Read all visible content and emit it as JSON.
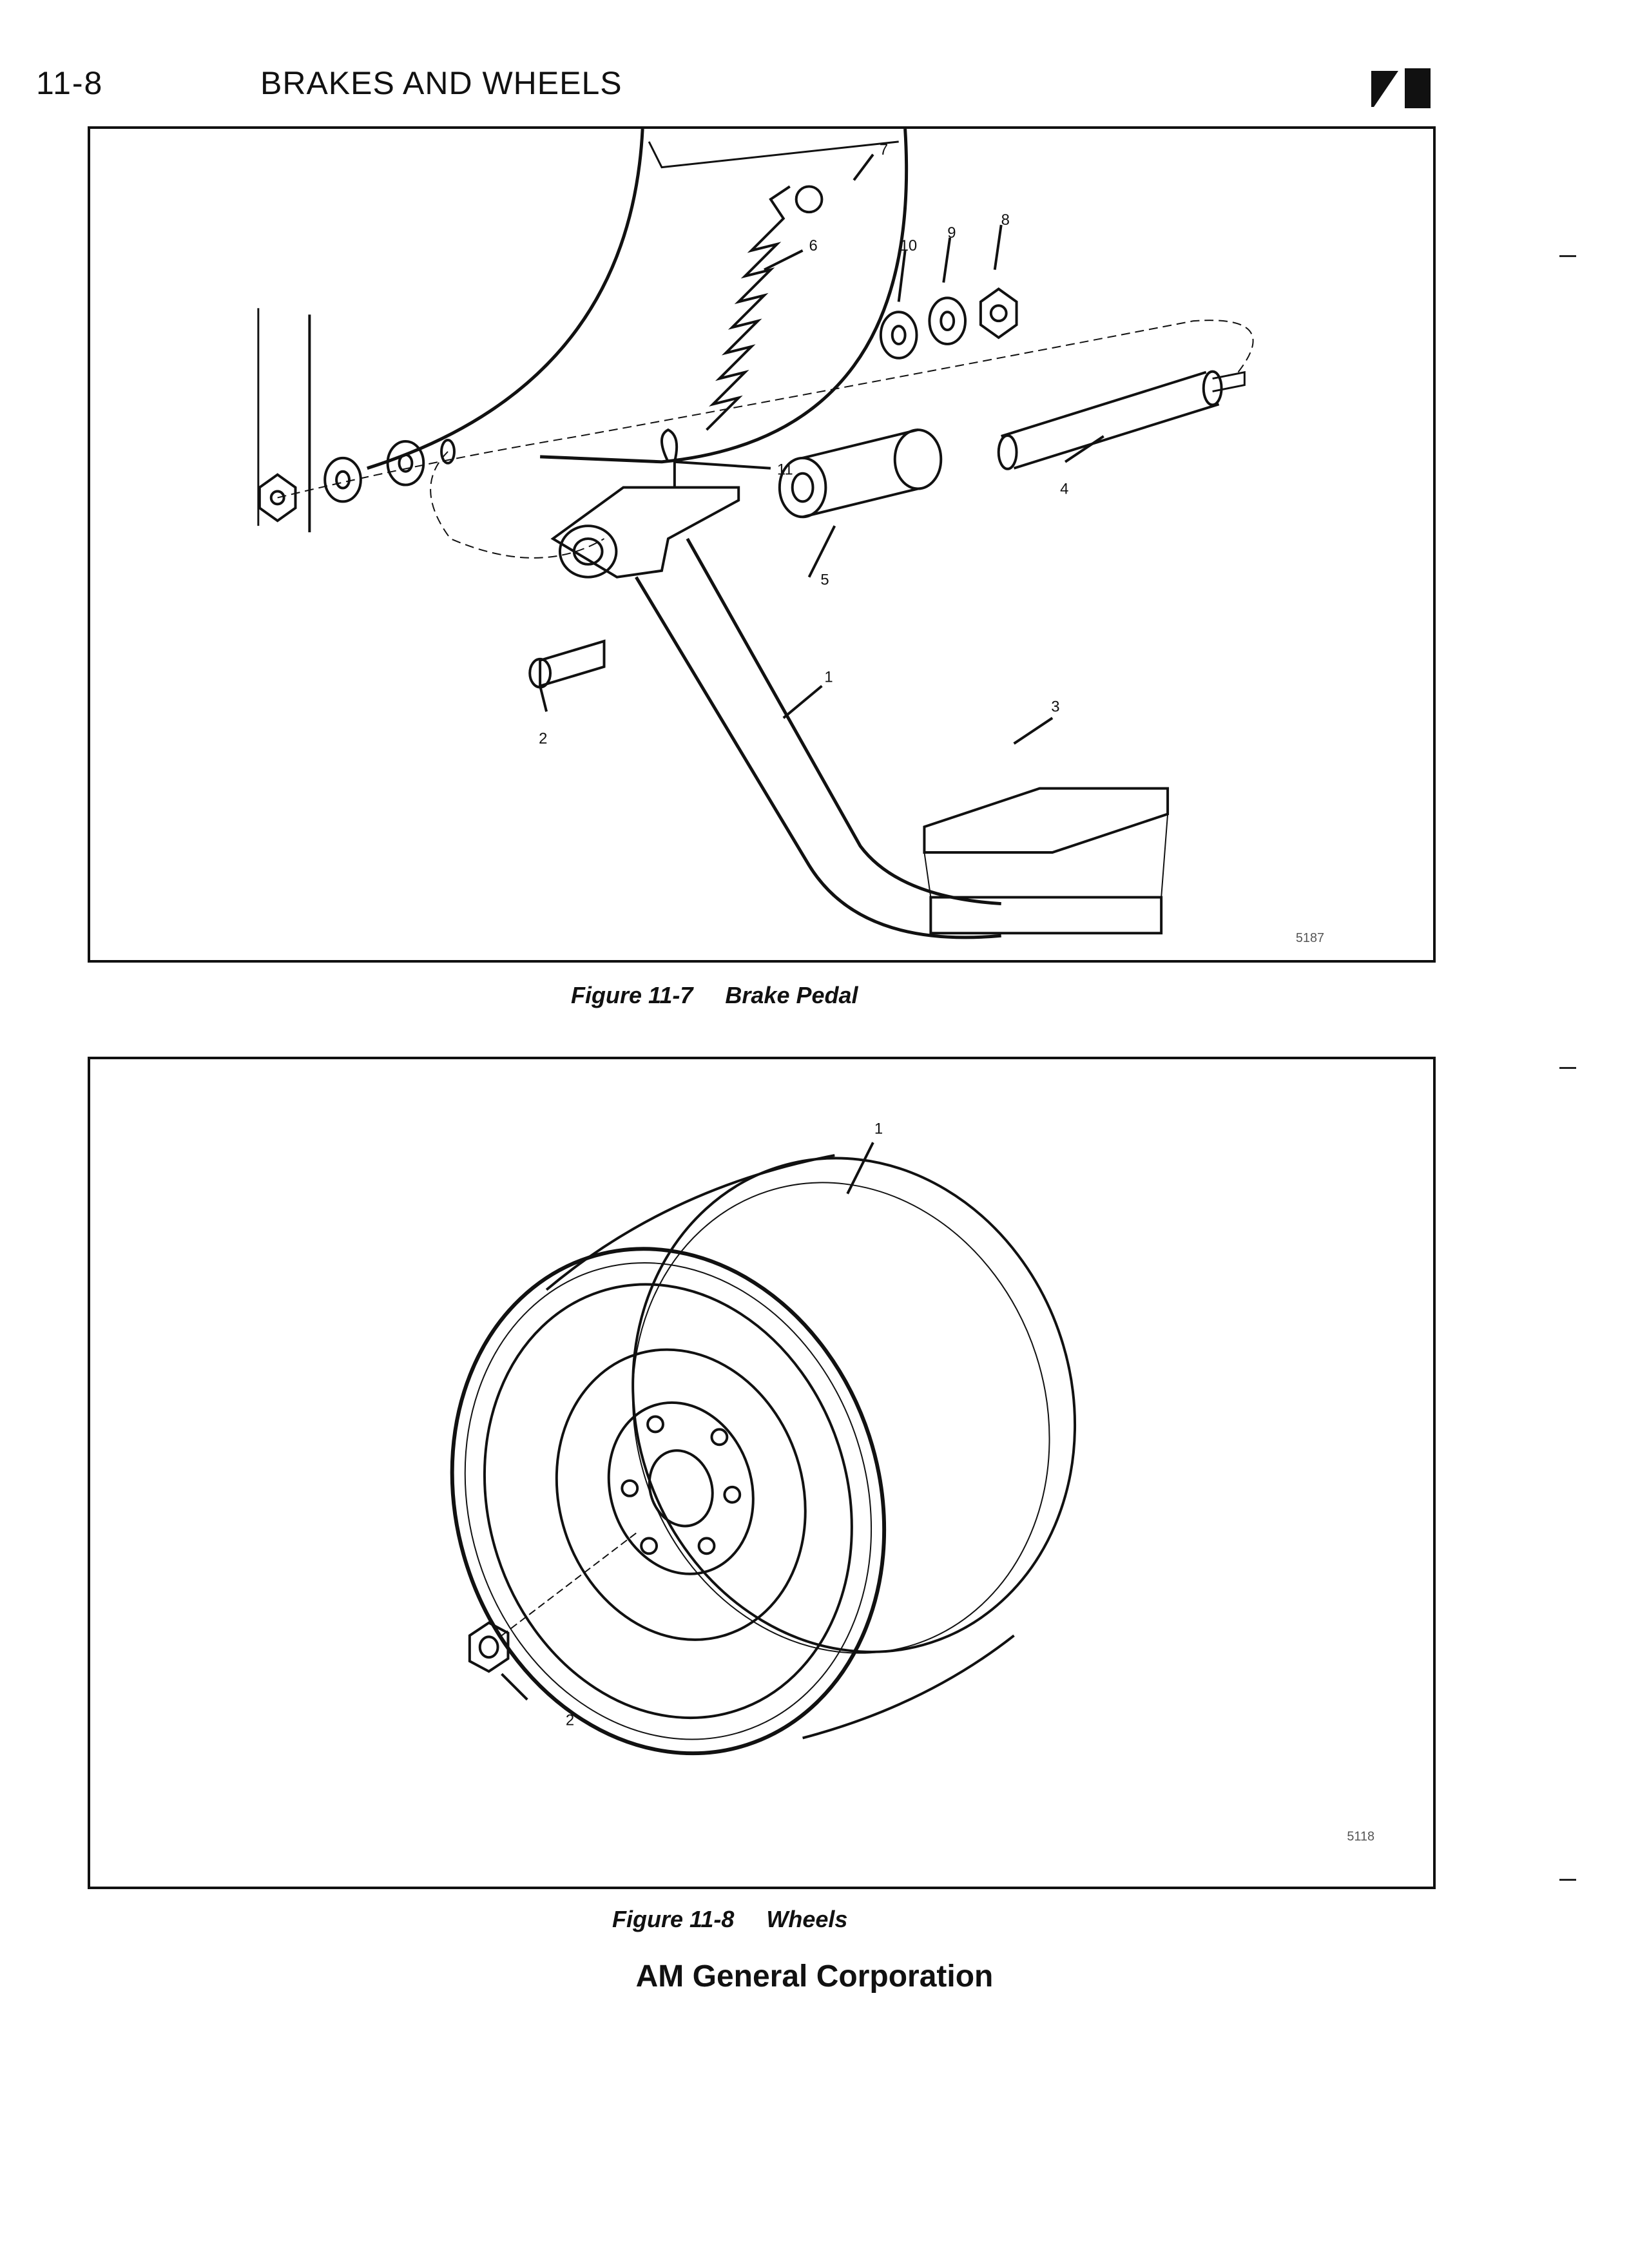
{
  "header": {
    "page_number": "11-8",
    "section_title": "BRAKES AND WHEELS"
  },
  "figures": [
    {
      "caption": "Figure 11-7     Brake Pedal",
      "reference_number": "5187",
      "callouts": [
        "1",
        "2",
        "3",
        "4",
        "5",
        "6",
        "7",
        "8",
        "9",
        "10",
        "11"
      ]
    },
    {
      "caption": "Figure 11-8     Wheels",
      "reference_number": "5118",
      "callouts": [
        "1",
        "2"
      ]
    }
  ],
  "footer": {
    "company": "AM General Corporation"
  }
}
